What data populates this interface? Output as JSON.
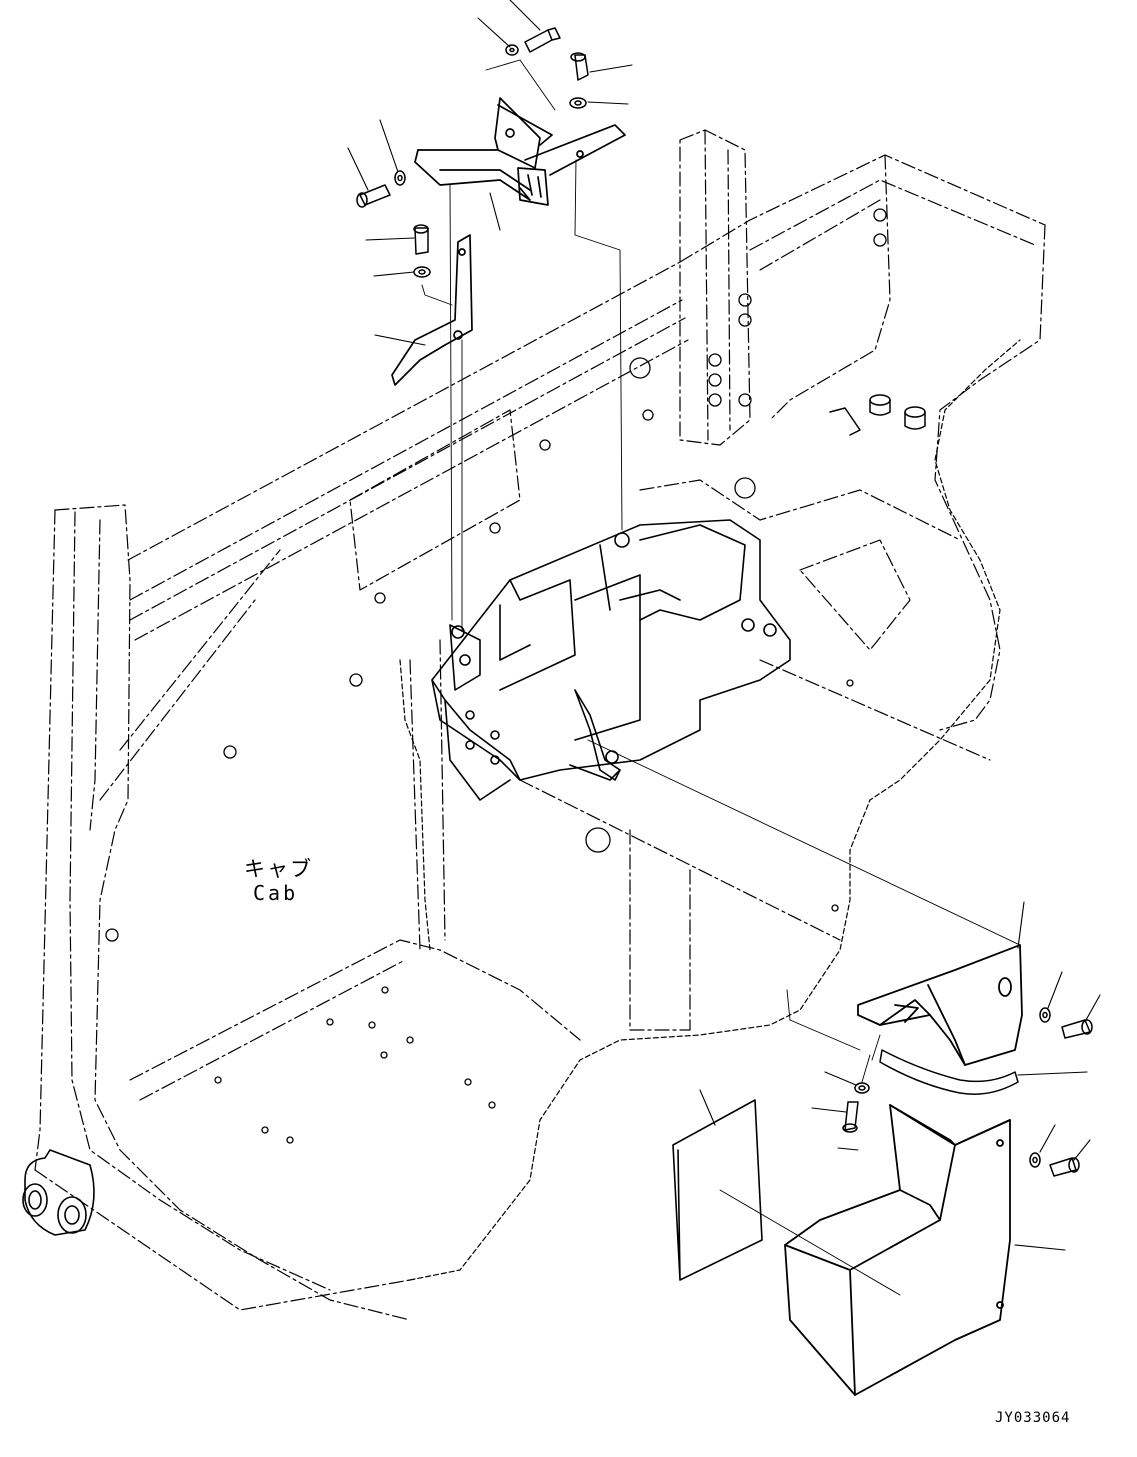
{
  "labels": {
    "cab_japanese": "キャブ",
    "cab_english": "Cab",
    "drawing_number": "JY033064"
  }
}
